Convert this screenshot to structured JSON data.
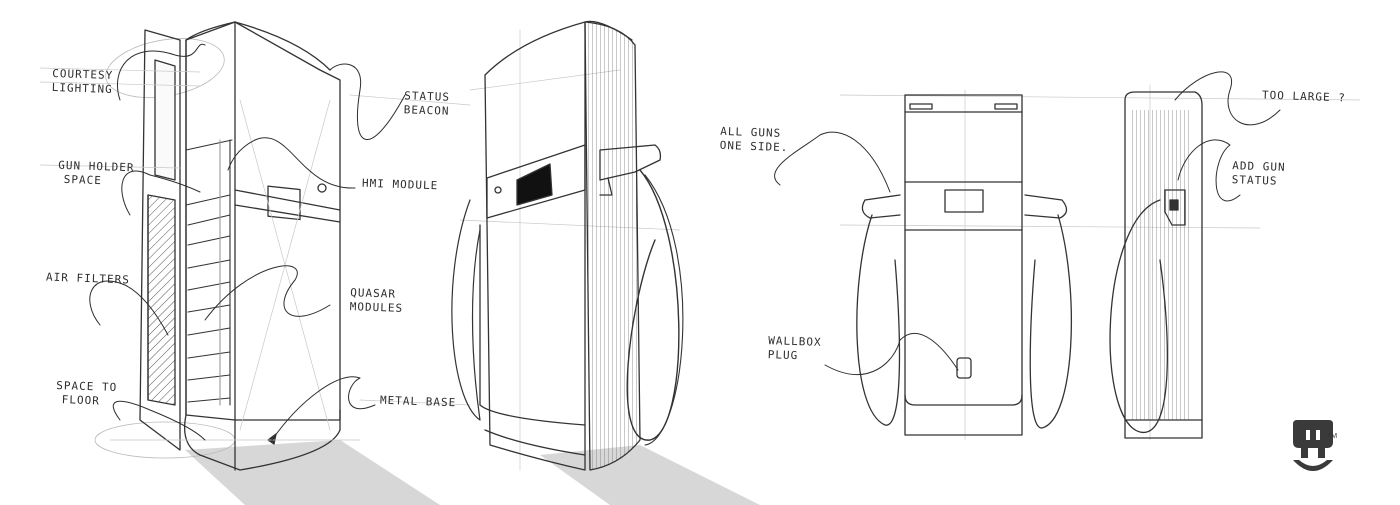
{
  "notes": {
    "courtesy_lighting": [
      "COURTESY",
      "LIGHTING"
    ],
    "gun_holder_space": [
      "GUN HOLDER",
      "SPACE"
    ],
    "air_filters": "AIR FILTERS",
    "space_to_floor": [
      "SPACE TO",
      "FLOOR"
    ],
    "status_beacon": [
      "STATUS",
      "BEACON"
    ],
    "hmi_module": "HMI MODULE",
    "quasar_modules": [
      "QUASAR",
      "MODULES"
    ],
    "metal_base": "METAL BASE",
    "all_guns_one_side": [
      "ALL GUNS",
      "ONE SIDE."
    ],
    "wallbox_plug": [
      "WALLBOX",
      "PLUG"
    ],
    "too_large": "TOO LARGE ?",
    "add_gun_status": [
      "ADD GUN",
      "STATUS"
    ]
  },
  "brand": {
    "trademark": "TM",
    "logo_icon": "wallbox-plug-face-icon",
    "color": "#3a3a3a"
  },
  "colors": {
    "ink": "#2e2e2e",
    "shadow": "#d7d7d7",
    "hatch": "#555555"
  }
}
